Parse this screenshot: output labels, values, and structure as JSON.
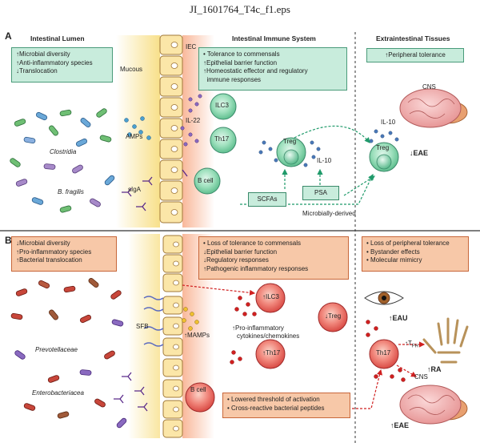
{
  "doc_title": "JI_1601764_T4c_f1.eps",
  "panel_a": {
    "letter": "A",
    "headers": {
      "lumen": "Intestinal Lumen",
      "immune": "Intestinal Immune System",
      "extra": "Extraintestinal Tissues"
    },
    "lumen_box": [
      "↑Microbial diversity",
      "↑Anti-inflammatory species",
      "↓Translocation"
    ],
    "immune_box": [
      "• Tolerance to commensals",
      "↑Epithelial barrier function",
      "↑Homeostatic effector and regulatory",
      "  immune responses"
    ],
    "extra_box": "↑Peripheral tolerance",
    "labels": {
      "mucous": "Mucous",
      "iec": "IEC",
      "amps": "AMPs",
      "il22": "IL-22",
      "siga": "sIgA",
      "clostridia": "Clostridia",
      "bfragilis": "B. fragilis",
      "ilc3": "ILC3",
      "th17": "Th17",
      "bcell": "B cell",
      "treg": "Treg",
      "il10": "IL-10",
      "il10_cns": "IL-10",
      "treg_cns": "Treg",
      "cns": "CNS",
      "eae": "↓EAE",
      "scfas": "SCFAs",
      "psa": "PSA",
      "microbially": "Microbially-derived"
    }
  },
  "panel_b": {
    "letter": "B",
    "lumen_box": [
      "↓Microbial diversity",
      "↑Pro-inflammatory species",
      "↑Bacterial translocation"
    ],
    "immune_box": [
      "• Loss of tolerance to commensals",
      "↓Epithelial barrier function",
      "↓Regulatory responses",
      "↑Pathogenic inflammatory responses"
    ],
    "extra_box": [
      "• Loss of peripheral tolerance",
      "• Bystander effects",
      "• Molecular mimicry"
    ],
    "bottom_box": [
      "• Lowered threshold of activation",
      "• Cross-reactive bacterial peptides"
    ],
    "labels": {
      "sfb": "SFB",
      "mamps": "↑MAMPs",
      "prevotellaceae": "Prevotellaceae",
      "enterobacteriacea": "Enterobacteriacea",
      "ilc3": "↑ILC3",
      "proinflam1": "↑Pro-inflammatory",
      "proinflam2": "cytokines/chemokines",
      "th17": "↑Th17",
      "treg": "↓Treg",
      "bcell": "B cell",
      "eau": "↑EAU",
      "th17_right": "Th17",
      "tfh": "↑T",
      "tfh_sub": "FH",
      "cns": "CNS",
      "ra": "↑RA",
      "eae": "↑EAE"
    }
  },
  "colors": {
    "green_box": "#c8ecdc",
    "red_box": "#f7c8a8",
    "green_cell": "#7fd3a8",
    "red_cell": "#e8534a",
    "arrow_green": "#1f9a6a",
    "arrow_red": "#d02020"
  }
}
